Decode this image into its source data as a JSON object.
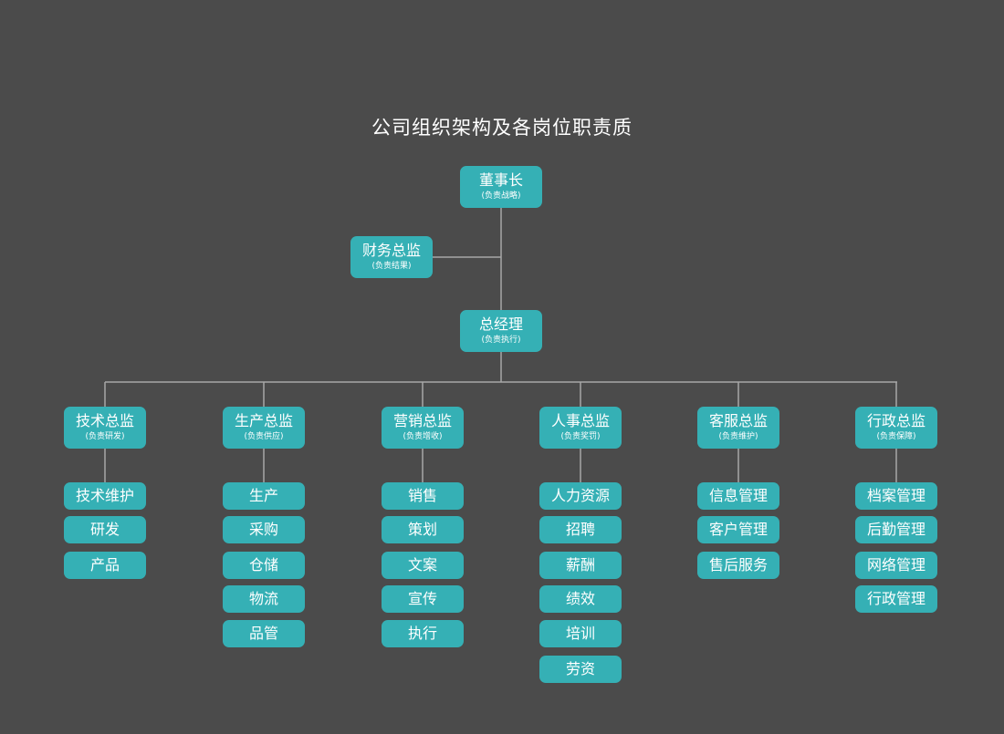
{
  "title": "公司组织架构及各岗位职责质",
  "chairman": {
    "title": "董事长",
    "duty": "(负责战略)"
  },
  "cfo": {
    "title": "财务总监",
    "duty": "(负责结果)"
  },
  "gm": {
    "title": "总经理",
    "duty": "(负责执行)"
  },
  "departments": [
    {
      "title": "技术总监",
      "duty": "(负责研发)",
      "items": [
        "技术维护",
        "研发",
        "产品"
      ]
    },
    {
      "title": "生产总监",
      "duty": "(负责供应)",
      "items": [
        "生产",
        "采购",
        "仓储",
        "物流",
        "品管"
      ]
    },
    {
      "title": "营销总监",
      "duty": "(负责增收)",
      "items": [
        "销售",
        "策划",
        "文案",
        "宣传",
        "执行"
      ]
    },
    {
      "title": "人事总监",
      "duty": "(负责奖罚)",
      "items": [
        "人力资源",
        "招聘",
        "薪酬",
        "绩效",
        "培训",
        "劳资"
      ]
    },
    {
      "title": "客服总监",
      "duty": "(负责维护)",
      "items": [
        "信息管理",
        "客户管理",
        "售后服务"
      ]
    },
    {
      "title": "行政总监",
      "duty": "(负责保障)",
      "items": [
        "档案管理",
        "后勤管理",
        "网络管理",
        "行政管理"
      ]
    }
  ],
  "colors": {
    "background": "#4b4b4b",
    "box": "#35b0b5",
    "line": "#a8a8a8",
    "text": "#ffffff"
  }
}
